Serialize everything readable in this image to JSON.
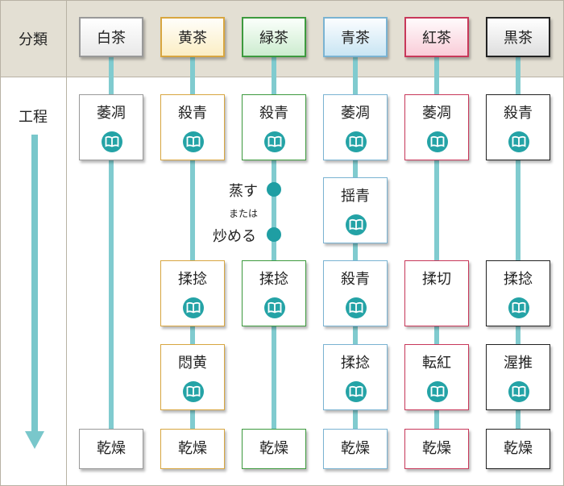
{
  "row_labels": {
    "category": "分類",
    "process": "工程"
  },
  "colors": {
    "white_tea": "#999999",
    "yellow_tea": "#d8a640",
    "green_tea": "#3d9a3e",
    "blue_tea": "#7ab3d2",
    "red_tea": "#c8385a",
    "black_tea": "#222222",
    "connector": "#80cbcf",
    "icon_bg": "#24a3a6"
  },
  "teas": [
    {
      "name": "白茶",
      "steps": [
        "萎凋",
        "乾燥"
      ]
    },
    {
      "name": "黄茶",
      "steps": [
        "殺青",
        "揉捻",
        "悶黄",
        "乾燥"
      ]
    },
    {
      "name": "緑茶",
      "steps": [
        "殺青",
        "揉捻",
        "乾燥"
      ]
    },
    {
      "name": "青茶",
      "steps": [
        "萎凋",
        "揺青",
        "殺青",
        "揉捻",
        "乾燥"
      ]
    },
    {
      "name": "紅茶",
      "steps": [
        "萎凋",
        "揉切",
        "転紅",
        "乾燥"
      ]
    },
    {
      "name": "黒茶",
      "steps": [
        "殺青",
        "揉捻",
        "渥推",
        "乾燥"
      ]
    }
  ],
  "green_tea_note": {
    "option1": "蒸す",
    "or": "または",
    "option2": "炒める"
  },
  "icon": "book-icon"
}
